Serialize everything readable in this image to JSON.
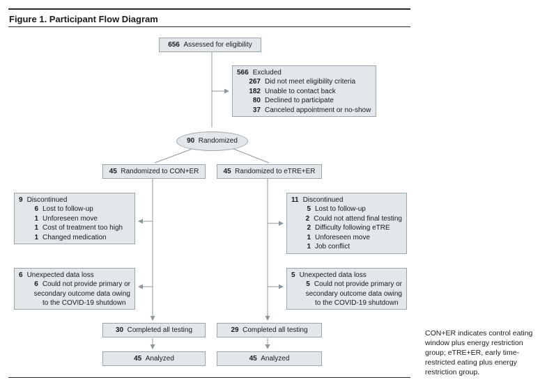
{
  "figure": {
    "title": "Figure 1. Participant Flow Diagram",
    "note": "CON+ER indicates control eating window plus energy restriction group; eTRE+ER, early time-restricted eating plus energy restriction group."
  },
  "assessed": {
    "n": "656",
    "label": "Assessed for eligibility"
  },
  "excluded": {
    "n": "566",
    "label": "Excluded",
    "reasons": [
      {
        "n": "267",
        "label": "Did not meet eligibility criteria"
      },
      {
        "n": "182",
        "label": "Unable to contact back"
      },
      {
        "n": "80",
        "label": "Declined to participate"
      },
      {
        "n": "37",
        "label": "Canceled appointment or no-show"
      }
    ]
  },
  "randomized": {
    "n": "90",
    "label": "Randomized"
  },
  "arms": [
    {
      "n": "45",
      "label": "Randomized to CON+ER",
      "discontinued": {
        "n": "9",
        "label": "Discontinued",
        "reasons": [
          {
            "n": "6",
            "label": "Lost to follow-up"
          },
          {
            "n": "1",
            "label": "Unforeseen move"
          },
          {
            "n": "1",
            "label": "Cost of treatment too high"
          },
          {
            "n": "1",
            "label": "Changed medication"
          }
        ]
      },
      "data_loss": {
        "n": "6",
        "label": "Unexpected data loss",
        "reason": {
          "n": "6",
          "lines": [
            "Could not provide primary or",
            "secondary outcome data owing",
            "to the COVID-19 shutdown"
          ]
        }
      },
      "completed": {
        "n": "30",
        "label": "Completed all testing"
      },
      "analyzed": {
        "n": "45",
        "label": "Analyzed"
      }
    },
    {
      "n": "45",
      "label": "Randomized to eTRE+ER",
      "discontinued": {
        "n": "11",
        "label": "Discontinued",
        "reasons": [
          {
            "n": "5",
            "label": "Lost to follow-up"
          },
          {
            "n": "2",
            "label": "Could not attend final testing"
          },
          {
            "n": "2",
            "label": "Difficulty following eTRE"
          },
          {
            "n": "1",
            "label": "Unforeseen move"
          },
          {
            "n": "1",
            "label": "Job conflict"
          }
        ]
      },
      "data_loss": {
        "n": "5",
        "label": "Unexpected data loss",
        "reason": {
          "n": "5",
          "lines": [
            "Could not provide primary or",
            "secondary outcome data owing",
            "to the COVID-19 shutdown"
          ]
        }
      },
      "completed": {
        "n": "29",
        "label": "Completed all testing"
      },
      "analyzed": {
        "n": "45",
        "label": "Analyzed"
      }
    }
  ]
}
